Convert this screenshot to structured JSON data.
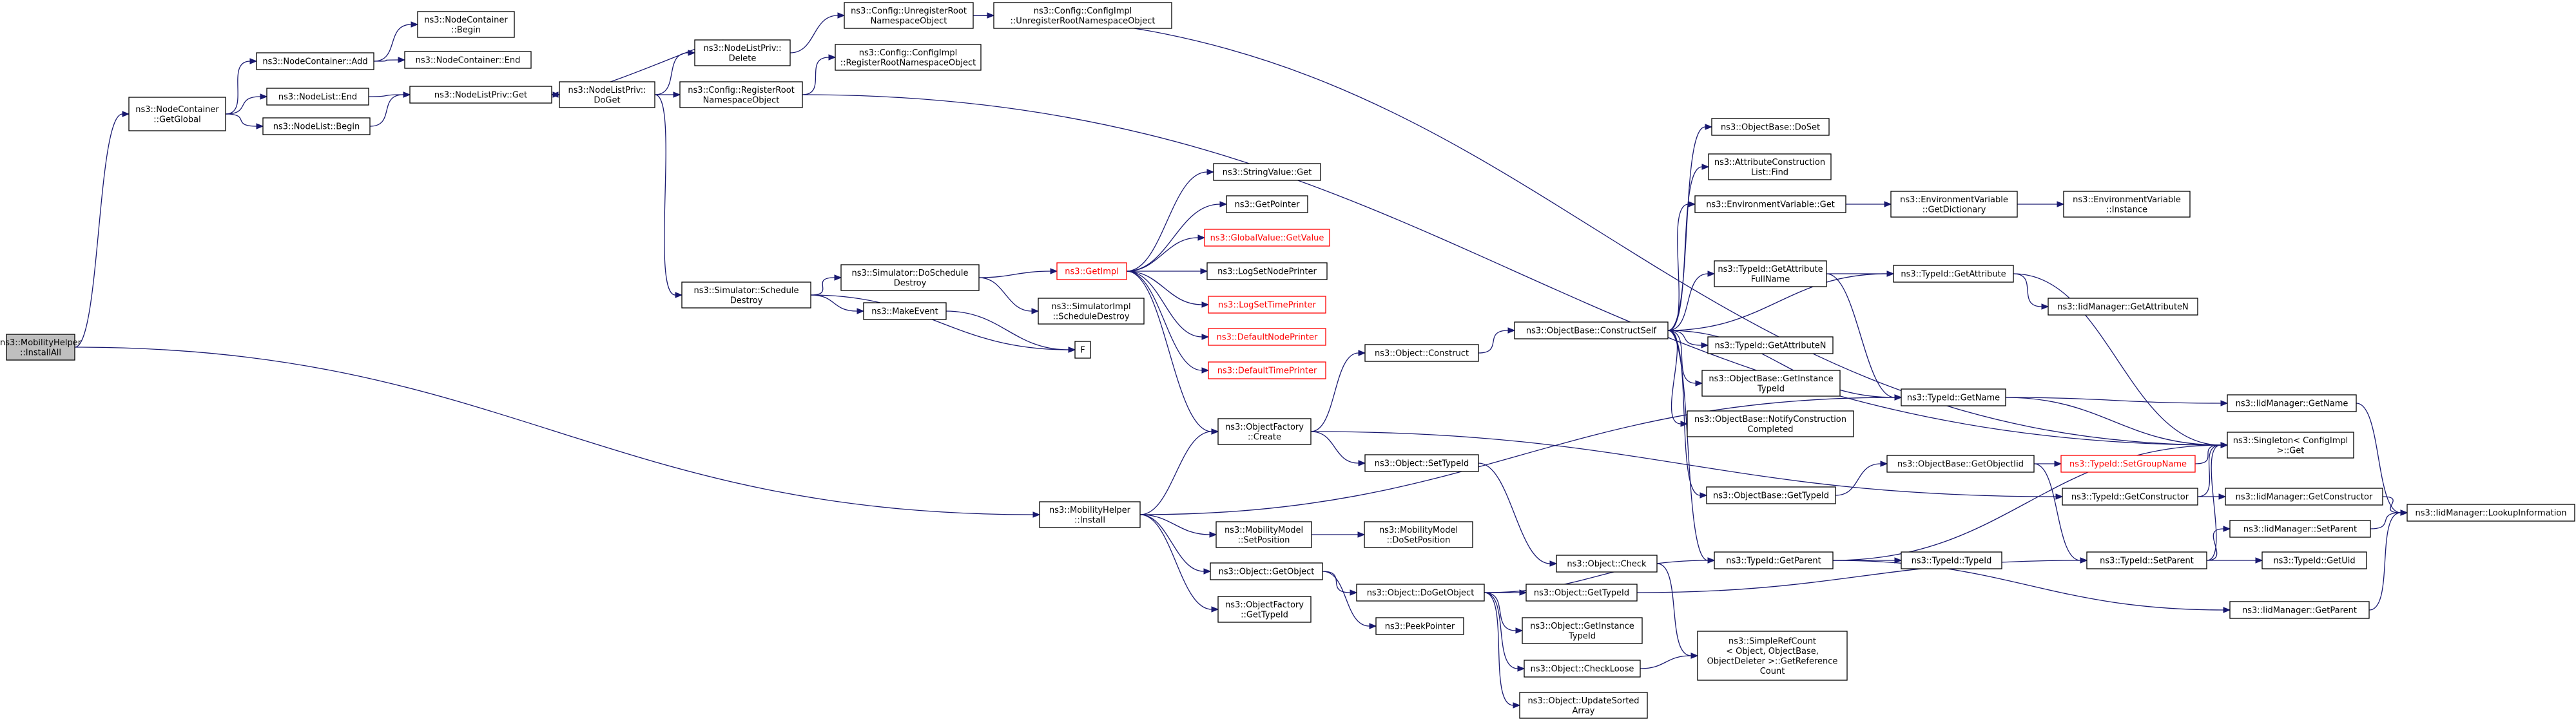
{
  "diagram": {
    "kind": "call graph",
    "edge_color": "#191970",
    "nodes": [
      {
        "id": "mh_installall",
        "lines": [
          "ns3::MobilityHelper",
          "::InstallAll"
        ],
        "style": "root",
        "interactable": true
      },
      {
        "id": "nc_getglobal",
        "lines": [
          "ns3::NodeContainer",
          "::GetGlobal"
        ],
        "style": "normal",
        "interactable": true
      },
      {
        "id": "nc_add",
        "lines": [
          "ns3::NodeContainer::Add"
        ],
        "style": "normal",
        "interactable": true
      },
      {
        "id": "nc_begin",
        "lines": [
          "ns3::NodeContainer",
          "::Begin"
        ],
        "style": "normal",
        "interactable": true
      },
      {
        "id": "nc_end",
        "lines": [
          "ns3::NodeContainer::End"
        ],
        "style": "normal",
        "interactable": true
      },
      {
        "id": "nl_end",
        "lines": [
          "ns3::NodeList::End"
        ],
        "style": "normal",
        "interactable": true
      },
      {
        "id": "nl_begin",
        "lines": [
          "ns3::NodeList::Begin"
        ],
        "style": "normal",
        "interactable": true
      },
      {
        "id": "nlp_get",
        "lines": [
          "ns3::NodeListPriv::Get"
        ],
        "style": "normal",
        "interactable": true
      },
      {
        "id": "nlp_doget",
        "lines": [
          "ns3::NodeListPriv::",
          "DoGet"
        ],
        "style": "normal",
        "interactable": true
      },
      {
        "id": "nlp_delete",
        "lines": [
          "ns3::NodeListPriv::",
          "Delete"
        ],
        "style": "normal",
        "interactable": true
      },
      {
        "id": "cfg_unreg",
        "lines": [
          "ns3::Config::UnregisterRoot",
          "NamespaceObject"
        ],
        "style": "normal",
        "interactable": true
      },
      {
        "id": "cfgimpl_unreg",
        "lines": [
          "ns3::Config::ConfigImpl",
          "::UnregisterRootNamespaceObject"
        ],
        "style": "normal",
        "interactable": true
      },
      {
        "id": "cfg_reg",
        "lines": [
          "ns3::Config::RegisterRoot",
          "NamespaceObject"
        ],
        "style": "normal",
        "interactable": true
      },
      {
        "id": "cfgimpl_reg",
        "lines": [
          "ns3::Config::ConfigImpl",
          "::RegisterRootNamespaceObject"
        ],
        "style": "normal",
        "interactable": true
      },
      {
        "id": "sim_schedule_destroy",
        "lines": [
          "ns3::Simulator::Schedule",
          "Destroy"
        ],
        "style": "normal",
        "interactable": true
      },
      {
        "id": "sim_doschedule_destroy",
        "lines": [
          "ns3::Simulator::DoSchedule",
          "Destroy"
        ],
        "style": "normal",
        "interactable": true
      },
      {
        "id": "makeevent",
        "lines": [
          "ns3::MakeEvent"
        ],
        "style": "normal",
        "interactable": true
      },
      {
        "id": "simimpl_schedule_destroy",
        "lines": [
          "ns3::SimulatorImpl",
          "::ScheduleDestroy"
        ],
        "style": "normal",
        "interactable": true
      },
      {
        "id": "f",
        "lines": [
          "F"
        ],
        "style": "normal",
        "interactable": true
      },
      {
        "id": "getimpl",
        "lines": [
          "ns3::GetImpl"
        ],
        "style": "red",
        "interactable": true
      },
      {
        "id": "stringvalue_get",
        "lines": [
          "ns3::StringValue::Get"
        ],
        "style": "normal",
        "interactable": true
      },
      {
        "id": "getpointer",
        "lines": [
          "ns3::GetPointer"
        ],
        "style": "normal",
        "interactable": true
      },
      {
        "id": "globalvalue_getvalue",
        "lines": [
          "ns3::GlobalValue::GetValue"
        ],
        "style": "red",
        "interactable": true
      },
      {
        "id": "logsetnodeprinter",
        "lines": [
          "ns3::LogSetNodePrinter"
        ],
        "style": "normal",
        "interactable": true
      },
      {
        "id": "logsettimeprinter",
        "lines": [
          "ns3::LogSetTimePrinter"
        ],
        "style": "red",
        "interactable": true
      },
      {
        "id": "defaultnodeprinter",
        "lines": [
          "ns3::DefaultNodePrinter"
        ],
        "style": "red",
        "interactable": true
      },
      {
        "id": "defaulttimeprinter",
        "lines": [
          "ns3::DefaultTimePrinter"
        ],
        "style": "red",
        "interactable": true
      },
      {
        "id": "objfactory_create",
        "lines": [
          "ns3::ObjectFactory",
          "::Create"
        ],
        "style": "normal",
        "interactable": true
      },
      {
        "id": "object_construct",
        "lines": [
          "ns3::Object::Construct"
        ],
        "style": "normal",
        "interactable": true
      },
      {
        "id": "object_settypeid",
        "lines": [
          "ns3::Object::SetTypeId"
        ],
        "style": "normal",
        "interactable": true
      },
      {
        "id": "objbase_constructself",
        "lines": [
          "ns3::ObjectBase::ConstructSelf"
        ],
        "style": "normal",
        "interactable": true
      },
      {
        "id": "objbase_doset",
        "lines": [
          "ns3::ObjectBase::DoSet"
        ],
        "style": "normal",
        "interactable": true
      },
      {
        "id": "attrconstr_find",
        "lines": [
          "ns3::AttributeConstruction",
          "List::Find"
        ],
        "style": "normal",
        "interactable": true
      },
      {
        "id": "envvar_get",
        "lines": [
          "ns3::EnvironmentVariable::Get"
        ],
        "style": "normal",
        "interactable": true
      },
      {
        "id": "envvar_getdict",
        "lines": [
          "ns3::EnvironmentVariable",
          "::GetDictionary"
        ],
        "style": "normal",
        "interactable": true
      },
      {
        "id": "envvar_instance",
        "lines": [
          "ns3::EnvironmentVariable",
          "::Instance"
        ],
        "style": "normal",
        "interactable": true
      },
      {
        "id": "typeid_getattrfullname",
        "lines": [
          "ns3::TypeId::GetAttribute",
          "FullName"
        ],
        "style": "normal",
        "interactable": true
      },
      {
        "id": "typeid_getattribute",
        "lines": [
          "ns3::TypeId::GetAttribute"
        ],
        "style": "normal",
        "interactable": true
      },
      {
        "id": "iidm_getattributen",
        "lines": [
          "ns3::IidManager::GetAttributeN"
        ],
        "style": "normal",
        "interactable": true
      },
      {
        "id": "typeid_getattributen",
        "lines": [
          "ns3::TypeId::GetAttributeN"
        ],
        "style": "normal",
        "interactable": true
      },
      {
        "id": "objbase_getinstancetypeid",
        "lines": [
          "ns3::ObjectBase::GetInstance",
          "TypeId"
        ],
        "style": "normal",
        "interactable": true
      },
      {
        "id": "objbase_notify",
        "lines": [
          "ns3::ObjectBase::NotifyConstruction",
          "Completed"
        ],
        "style": "normal",
        "interactable": true
      },
      {
        "id": "typeid_getname",
        "lines": [
          "ns3::TypeId::GetName"
        ],
        "style": "normal",
        "interactable": true
      },
      {
        "id": "iidm_getname",
        "lines": [
          "ns3::IidManager::GetName"
        ],
        "style": "normal",
        "interactable": true
      },
      {
        "id": "singleton_get",
        "lines": [
          "ns3::Singleton< ConfigImpl",
          " >::Get"
        ],
        "style": "normal",
        "interactable": true
      },
      {
        "id": "objbase_gettypeid",
        "lines": [
          "ns3::ObjectBase::GetTypeId"
        ],
        "style": "normal",
        "interactable": true
      },
      {
        "id": "objbase_getobjectiid",
        "lines": [
          "ns3::ObjectBase::GetObjectIid"
        ],
        "style": "normal",
        "interactable": true
      },
      {
        "id": "typeid_setgroupname",
        "lines": [
          "ns3::TypeId::SetGroupName"
        ],
        "style": "red",
        "interactable": true
      },
      {
        "id": "typeid_getconstructor",
        "lines": [
          "ns3::TypeId::GetConstructor"
        ],
        "style": "normal",
        "interactable": true
      },
      {
        "id": "iidm_getconstructor",
        "lines": [
          "ns3::IidManager::GetConstructor"
        ],
        "style": "normal",
        "interactable": true
      },
      {
        "id": "iidm_lookupinfo",
        "lines": [
          "ns3::IidManager::LookupInformation"
        ],
        "style": "normal",
        "interactable": true
      },
      {
        "id": "mh_install",
        "lines": [
          "ns3::MobilityHelper",
          "::Install"
        ],
        "style": "normal",
        "interactable": true
      },
      {
        "id": "mm_setposition",
        "lines": [
          "ns3::MobilityModel",
          "::SetPosition"
        ],
        "style": "normal",
        "interactable": true
      },
      {
        "id": "mm_dosetposition",
        "lines": [
          "ns3::MobilityModel",
          "::DoSetPosition"
        ],
        "style": "normal",
        "interactable": true
      },
      {
        "id": "object_check",
        "lines": [
          "ns3::Object::Check"
        ],
        "style": "normal",
        "interactable": true
      },
      {
        "id": "object_getobject",
        "lines": [
          "ns3::Object::GetObject"
        ],
        "style": "normal",
        "interactable": true
      },
      {
        "id": "object_dogetobject",
        "lines": [
          "ns3::Object::DoGetObject"
        ],
        "style": "normal",
        "interactable": true
      },
      {
        "id": "typeid_getparent",
        "lines": [
          "ns3::TypeId::GetParent"
        ],
        "style": "normal",
        "interactable": true
      },
      {
        "id": "typeid_typeid",
        "lines": [
          "ns3::TypeId::TypeId"
        ],
        "style": "normal",
        "interactable": true
      },
      {
        "id": "typeid_setparent",
        "lines": [
          "ns3::TypeId::SetParent"
        ],
        "style": "normal",
        "interactable": true
      },
      {
        "id": "iidm_setparent",
        "lines": [
          "ns3::IidManager::SetParent"
        ],
        "style": "normal",
        "interactable": true
      },
      {
        "id": "iidm_getuid",
        "lines": [
          "ns3::TypeId::GetUid"
        ],
        "style": "normal",
        "interactable": true
      },
      {
        "id": "iidm_getparent",
        "lines": [
          "ns3::IidManager::GetParent"
        ],
        "style": "normal",
        "interactable": true
      },
      {
        "id": "object_gettypeid",
        "lines": [
          "ns3::Object::GetTypeId"
        ],
        "style": "normal",
        "interactable": true
      },
      {
        "id": "objfactory_gettypeid",
        "lines": [
          "ns3::ObjectFactory",
          "::GetTypeId"
        ],
        "style": "normal",
        "interactable": true
      },
      {
        "id": "peekpointer",
        "lines": [
          "ns3::PeekPointer"
        ],
        "style": "normal",
        "interactable": true
      },
      {
        "id": "object_getinstancetypeid",
        "lines": [
          "ns3::Object::GetInstance",
          "TypeId"
        ],
        "style": "normal",
        "interactable": true
      },
      {
        "id": "object_checkloose",
        "lines": [
          "ns3::Object::CheckLoose"
        ],
        "style": "normal",
        "interactable": true
      },
      {
        "id": "object_updatesorted",
        "lines": [
          "ns3::Object::UpdateSorted",
          "Array"
        ],
        "style": "normal",
        "interactable": true
      },
      {
        "id": "simplerefcount",
        "lines": [
          "ns3::SimpleRefCount",
          "< Object, ObjectBase,",
          "ObjectDeleter >::GetReference",
          "Count"
        ],
        "style": "normal",
        "interactable": true
      }
    ],
    "edges": [
      [
        "mh_installall",
        "nc_getglobal"
      ],
      [
        "mh_installall",
        "mh_install"
      ],
      [
        "nc_getglobal",
        "nc_add"
      ],
      [
        "nc_getglobal",
        "nl_end"
      ],
      [
        "nc_getglobal",
        "nl_begin"
      ],
      [
        "nc_add",
        "nc_begin"
      ],
      [
        "nc_add",
        "nc_end"
      ],
      [
        "nl_end",
        "nlp_get"
      ],
      [
        "nl_begin",
        "nlp_get"
      ],
      [
        "nlp_get",
        "nlp_doget"
      ],
      [
        "nlp_doget",
        "nlp_delete"
      ],
      [
        "nlp_delete",
        "nlp_get"
      ],
      [
        "nlp_delete",
        "cfg_unreg"
      ],
      [
        "nlp_doget",
        "cfg_reg"
      ],
      [
        "nlp_doget",
        "sim_schedule_destroy"
      ],
      [
        "cfg_unreg",
        "cfgimpl_unreg"
      ],
      [
        "cfg_unreg",
        "singleton_get"
      ],
      [
        "cfg_reg",
        "cfgimpl_reg"
      ],
      [
        "cfg_reg",
        "singleton_get"
      ],
      [
        "sim_schedule_destroy",
        "sim_doschedule_destroy"
      ],
      [
        "sim_schedule_destroy",
        "makeevent"
      ],
      [
        "sim_schedule_destroy",
        "f"
      ],
      [
        "makeevent",
        "f"
      ],
      [
        "sim_doschedule_destroy",
        "getimpl"
      ],
      [
        "sim_doschedule_destroy",
        "simimpl_schedule_destroy"
      ],
      [
        "getimpl",
        "stringvalue_get"
      ],
      [
        "getimpl",
        "getpointer"
      ],
      [
        "getimpl",
        "globalvalue_getvalue"
      ],
      [
        "getimpl",
        "logsetnodeprinter"
      ],
      [
        "getimpl",
        "logsettimeprinter"
      ],
      [
        "getimpl",
        "defaultnodeprinter"
      ],
      [
        "getimpl",
        "defaulttimeprinter"
      ],
      [
        "getimpl",
        "objfactory_create"
      ],
      [
        "objfactory_create",
        "object_construct"
      ],
      [
        "objfactory_create",
        "object_settypeid"
      ],
      [
        "objfactory_create",
        "typeid_getconstructor"
      ],
      [
        "object_construct",
        "objbase_constructself"
      ],
      [
        "objbase_constructself",
        "objbase_doset"
      ],
      [
        "objbase_constructself",
        "attrconstr_find"
      ],
      [
        "objbase_constructself",
        "envvar_get"
      ],
      [
        "objbase_constructself",
        "typeid_getattrfullname"
      ],
      [
        "objbase_constructself",
        "typeid_getattribute"
      ],
      [
        "objbase_constructself",
        "typeid_getattributen"
      ],
      [
        "objbase_constructself",
        "objbase_getinstancetypeid"
      ],
      [
        "objbase_constructself",
        "objbase_notify"
      ],
      [
        "objbase_constructself",
        "typeid_getname"
      ],
      [
        "objbase_constructself",
        "objbase_gettypeid"
      ],
      [
        "objbase_constructself",
        "typeid_getparent"
      ],
      [
        "envvar_get",
        "envvar_getdict"
      ],
      [
        "envvar_getdict",
        "envvar_instance"
      ],
      [
        "typeid_getattrfullname",
        "typeid_getattribute"
      ],
      [
        "typeid_getattrfullname",
        "typeid_getname"
      ],
      [
        "typeid_getattribute",
        "iidm_getattributen"
      ],
      [
        "typeid_getattribute",
        "singleton_get"
      ],
      [
        "typeid_getname",
        "iidm_getname"
      ],
      [
        "typeid_getname",
        "singleton_get"
      ],
      [
        "iidm_getname",
        "iidm_lookupinfo"
      ],
      [
        "objbase_gettypeid",
        "objbase_getobjectiid"
      ],
      [
        "objbase_getobjectiid",
        "typeid_setgroupname"
      ],
      [
        "objbase_getobjectiid",
        "typeid_setparent"
      ],
      [
        "typeid_setgroupname",
        "singleton_get"
      ],
      [
        "typeid_getconstructor",
        "iidm_getconstructor"
      ],
      [
        "typeid_getconstructor",
        "singleton_get"
      ],
      [
        "iidm_getconstructor",
        "iidm_lookupinfo"
      ],
      [
        "mh_install",
        "objfactory_create"
      ],
      [
        "mh_install",
        "typeid_getname"
      ],
      [
        "mh_install",
        "mm_setposition"
      ],
      [
        "mh_install",
        "object_getobject"
      ],
      [
        "mh_install",
        "objfactory_gettypeid"
      ],
      [
        "mm_setposition",
        "mm_dosetposition"
      ],
      [
        "object_settypeid",
        "object_check"
      ],
      [
        "object_getobject",
        "object_dogetobject"
      ],
      [
        "object_getobject",
        "peekpointer"
      ],
      [
        "object_dogetobject",
        "typeid_getparent"
      ],
      [
        "object_dogetobject",
        "object_gettypeid"
      ],
      [
        "object_dogetobject",
        "object_getinstancetypeid"
      ],
      [
        "object_dogetobject",
        "object_checkloose"
      ],
      [
        "object_dogetobject",
        "object_updatesorted"
      ],
      [
        "object_check",
        "simplerefcount"
      ],
      [
        "object_checkloose",
        "simplerefcount"
      ],
      [
        "typeid_getparent",
        "typeid_typeid"
      ],
      [
        "typeid_getparent",
        "iidm_getparent"
      ],
      [
        "typeid_getparent",
        "singleton_get"
      ],
      [
        "object_gettypeid",
        "typeid_setparent"
      ],
      [
        "typeid_setparent",
        "iidm_setparent"
      ],
      [
        "typeid_setparent",
        "iidm_getuid"
      ],
      [
        "typeid_setparent",
        "singleton_get"
      ],
      [
        "iidm_setparent",
        "iidm_lookupinfo"
      ],
      [
        "iidm_getparent",
        "iidm_lookupinfo"
      ]
    ]
  }
}
